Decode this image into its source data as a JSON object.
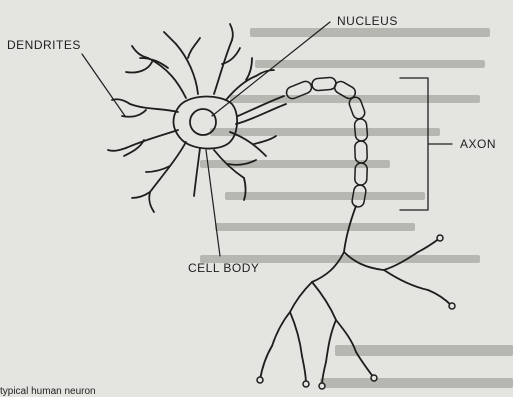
{
  "diagram": {
    "labels": {
      "dendrites": "DENDRITES",
      "nucleus": "NUCLEUS",
      "axon": "AXON",
      "cell_body": "CELL BODY"
    },
    "caption": "typical human neuron"
  },
  "colors": {
    "background": "#e4e4e0",
    "ink": "#1e1e1e",
    "bleed_text": "#b3b3ae"
  }
}
